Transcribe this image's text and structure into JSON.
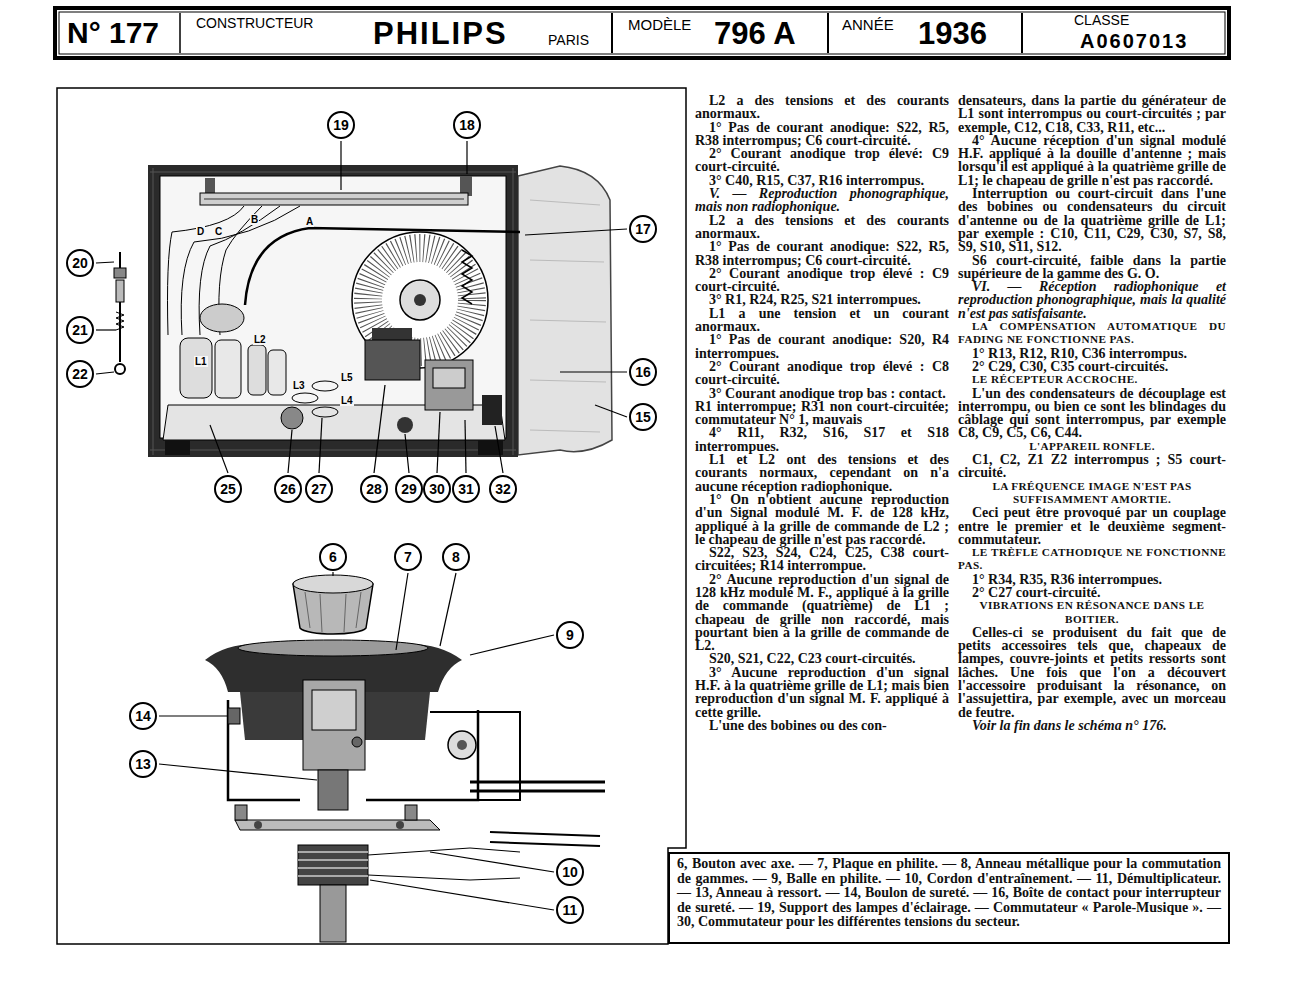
{
  "diagram": {
    "nodes": [
      {
        "text": [
          "N° 177"
        ]
      },
      {
        "text": [
          "CONSTRUCTEUR",
          "PHILIPS",
          "PARIS"
        ]
      },
      {
        "text": [
          "MODÈLE",
          "796 A"
        ]
      },
      {
        "text": [
          "ANNÉE",
          "1936"
        ]
      },
      {
        "text": [
          "CLASSE",
          "A0607013"
        ]
      },
      {
        "text": [
          "19"
        ]
      },
      {
        "text": [
          "18"
        ]
      },
      {
        "text": [
          "17"
        ]
      },
      {
        "text": [
          "20"
        ]
      },
      {
        "text": [
          "21"
        ]
      },
      {
        "text": [
          "22"
        ]
      },
      {
        "text": [
          "16"
        ]
      },
      {
        "text": [
          "15"
        ]
      },
      {
        "text": [
          "25"
        ]
      },
      {
        "text": [
          "26"
        ]
      },
      {
        "text": [
          "27"
        ]
      },
      {
        "text": [
          "28"
        ]
      },
      {
        "text": [
          "29"
        ]
      },
      {
        "text": [
          "30"
        ]
      },
      {
        "text": [
          "31"
        ]
      },
      {
        "text": [
          "32"
        ]
      },
      {
        "text": [
          "6"
        ]
      },
      {
        "text": [
          "7"
        ]
      },
      {
        "text": [
          "8"
        ]
      },
      {
        "text": [
          "9"
        ]
      },
      {
        "text": [
          "14"
        ]
      },
      {
        "text": [
          "13"
        ]
      },
      {
        "text": [
          "10"
        ]
      },
      {
        "text": [
          "11"
        ]
      },
      {
        "text": [
          "6, Bouton avec axe. — 7, Plaque en philite. — 8, Anneau métallique pour la commutation de gammes. — 9, Balle en philite. — 10, Cordon d'entraînement. — 11, Démultiplicateur. — 13, Anneau à ressort. — 14, Boulon de sureté. — 16, Boîte de contact pour interrupteur de sureté. — 19, Support des lampes d'éclairage. — Commutateur « Parole-Musique ». — 30, Commutateur pour les différentes tensions du secteur."
        ]
      }
    ],
    "labels": [
      "L2 a des tensions et des courants anormaux.",
      "1° Pas de courant anodique: S22, R5, R38 interrompus; C6 court-circuité.",
      "2° Courant anodique trop élevé: C9 court-circuité.",
      "3° C40, R15, C37, R16 interrompus.",
      "V. — Reproduction phonographique, mais non radiophonique.",
      "L2 a des tensions et des courants anormaux.",
      "1° Pas de courant anodique: S22, R5, R38 interrompus; C6 court-circuité.",
      "2° Courant anodique trop élevé : C9 court-circuité.",
      "3° R1, R24, R25, S21 interrompues.",
      "L1 a une tension et un courant anormaux.",
      "1° Pas de courant anodique: S20, R4 interrompues.",
      "2° Courant anodique trop élevé : C8 court-circuité.",
      "3° Courant anodique trop bas : contact.",
      "R1 interrompue; R31 non court-circuitée; commutateur N° 1, mauvais",
      "4° R11, R32, S16, S17 et S18 interrompues.",
      "L1 et L2 ont des tensions et des courants normaux, cependant on n'a aucune réception radiophonique.",
      "1° On n'obtient aucune reproduction d'un Signal modulé M. F. de 128 kHz, appliqué à la grille de commande de L2 ; le chapeau de grille n'est pas raccordé.",
      "S22, S23, S24, C24, C25, C38 court-circuitées; R14 interrompue.",
      "2° Aucune reproduction d'un signal de 128 kHz modulé M. F., appliqué à la grille de commande (quatrième) de L1 ; chapeau de grille non raccordé, mais pourtant bien à la grille de commande de L2.",
      "S20, S21, C22, C23 court-circuités.",
      "3° Aucune reproduction d'un signal H.F. à la quatrième grille de L1; mais bien reproduction d'un signal M. F. appliqué à cette grille.",
      "L'une des bobines ou des con-",
      "densateurs, dans la partie du générateur de L1 sont interrompus ou court-circuités ; par exemple, C12, C18, C33, R11, etc...",
      "4° Aucune réception d'un signal modulé H.F. appliqué à la douille d'antenne ; mais lorsqu'il est appliqué à la quatrième grille de L1; le chapeau de grille n'est pas raccordé.",
      "Interruption ou court-circuit dans l'une des bobines ou condensateurs du circuit d'antenne ou de la quatrième grille de L1; par exemple : C10, C11, C29, C30, S7, S8, S9, S10, S11, S12.",
      "S6 court-circuité, faible dans la partie supérieure de la gamme des G. O.",
      "VI. — Réception radiophonique et reproduction phonographique, mais la qualité n'est pas satisfaisante.",
      "LA COMPENSATION AUTOMATIQUE DU FADING NE FONCTIONNE PAS.",
      "1° R13, R12, R10, C36 interrompus.",
      "2° C29, C30, C35 court-circuités.",
      "LE RÉCEPTEUR ACCROCHE.",
      "L'un des condensateurs de découplage est interrompu, ou bien ce sont les blindages du câblage qui sont interrompus, par exemple C8, C9, C5, C6, C44.",
      "L'APPAREIL RONFLE.",
      "C1, C2, Z1 Z2 interrompus ; S5 court-circuité.",
      "LA FRÉQUENCE IMAGE N'EST PAS SUFFISAMMENT AMORTIE.",
      "Ceci peut être provoqué par un couplage entre le premier et le deuxième segment-commutateur.",
      "LE TRÈFLE CATHODIQUE NE FONCTIONNE PAS.",
      "1° R34, R35, R36 interrompues.",
      "2° C27 court-circuité.",
      "VIBRATIONS EN RÉSONANCE DANS LE BOITIER.",
      "Celles-ci se produisent du fait que de petits accessoires tels que, chapeaux de lampes, couvre-joints et petits ressorts sont lâches. Une fois que l'on a découvert l'accessoire produisant la résonance, on l'assujettira, par exemple, avec un morceau de feutre.",
      "Voir la fin dans le schéma n° 176.",
      "D",
      "C",
      "B",
      "A",
      "L1",
      "L2",
      "L3",
      "L4",
      "L5"
    ]
  }
}
